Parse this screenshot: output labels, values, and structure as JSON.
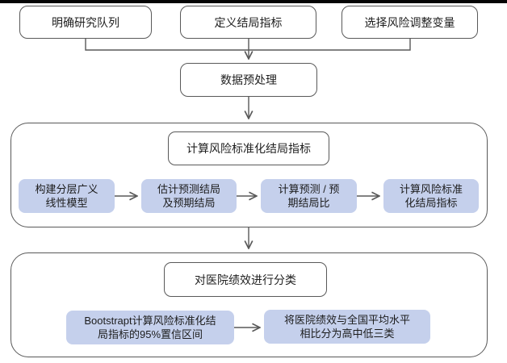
{
  "colors": {
    "node_border": "#595959",
    "connector": "#595959",
    "blue_fill": "#c5d0ec",
    "text": "#1c1c1c",
    "bottom_bar": "#050505"
  },
  "top_row": {
    "box1": "明确研究队列",
    "box2": "定义结局指标",
    "box3": "选择风险调整变量"
  },
  "preprocess": {
    "label": "数据预处理"
  },
  "stage1": {
    "title": "计算风险标准化结局指标",
    "steps": [
      {
        "line1": "构建分层广义",
        "line2": "线性模型"
      },
      {
        "line1": "估计预测结局",
        "line2": "及预期结局"
      },
      {
        "line1": "计算预测 / 预",
        "line2": "期结局比"
      },
      {
        "line1": "计算风险标准",
        "line2": "化结局指标"
      }
    ]
  },
  "stage2": {
    "title": "对医院绩效进行分类",
    "steps": [
      {
        "line1": "Bootstrapt计算风险标准化结",
        "line2": "局指标的95%置信区间"
      },
      {
        "line1": "将医院绩效与全国平均水平",
        "line2": "相比分为高中低三类"
      }
    ]
  }
}
